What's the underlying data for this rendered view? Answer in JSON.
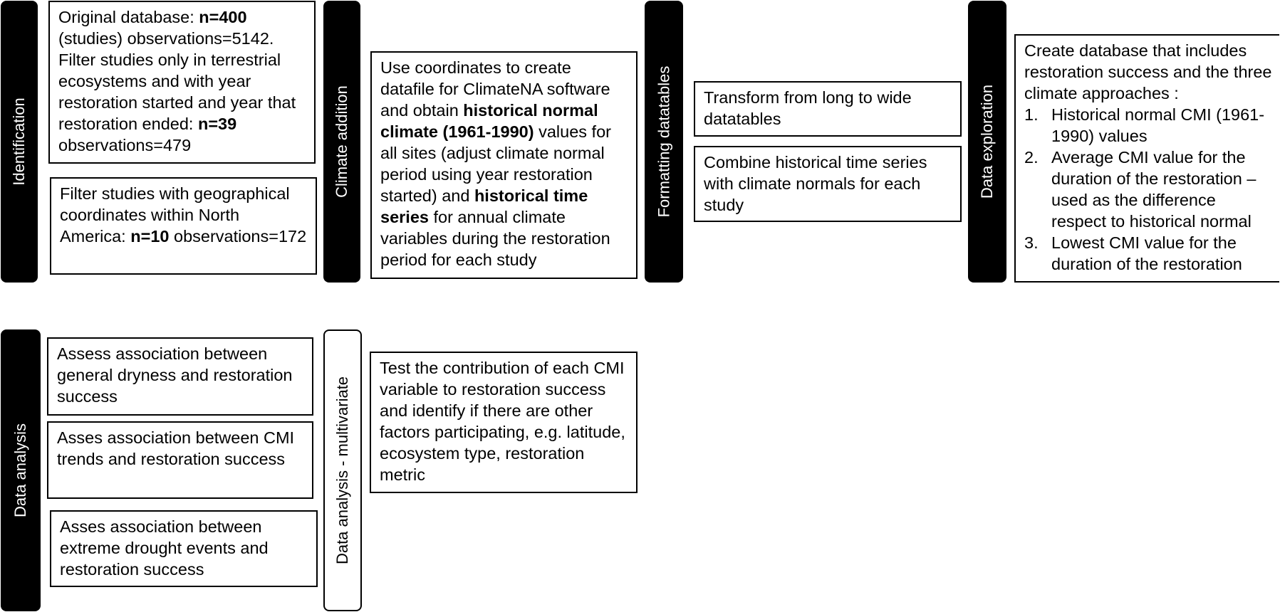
{
  "row1": {
    "identification": {
      "tab": "Identification",
      "box1": {
        "t1": "Original database: ",
        "b1": "n=400",
        "t2": " (studies) observations=5142. Filter studies only in terrestrial ecosystems and with year restoration started and year that restoration ended: ",
        "b2": "n=39",
        "t3": " observations=479"
      },
      "box2": {
        "t1": "Filter studies with geographical coordinates within North America: ",
        "b1": "n=10",
        "t2": " observations=172"
      }
    },
    "climate": {
      "tab": "Climate addition",
      "box": {
        "t1": "Use coordinates to create datafile for ClimateNA software and obtain ",
        "b1": "historical normal climate (1961-1990)",
        "t2": " values for all sites (adjust climate normal period using year restoration started) and ",
        "b2": "historical time series",
        "t3": " for annual climate variables during the restoration period for each study"
      }
    },
    "formatting": {
      "tab": "Formatting datatables",
      "box1": "Transform from long to wide datatables",
      "box2": "Combine historical time series with climate normals for each study"
    },
    "exploration": {
      "tab": "Data exploration",
      "intro": "Create database that includes restoration success and the three climate approaches :",
      "items": [
        {
          "num": "1.",
          "text": "Historical normal CMI (1961-1990) values"
        },
        {
          "num": "2.",
          "text": "Average CMI value for the duration of the restoration – used as the difference respect to historical normal"
        },
        {
          "num": "3.",
          "text": "Lowest CMI value for the duration of the restoration"
        }
      ]
    }
  },
  "row2": {
    "analysis": {
      "tab": "Data analysis",
      "box1": "Assess association between general dryness and restoration success",
      "box2": "Asses association between CMI trends and restoration success",
      "box3": "Asses association between extreme drought events and restoration success"
    },
    "multivariate": {
      "tab": "Data analysis - multivariate",
      "box": "Test the contribution of each CMI variable to restoration success and identify if there are other factors participating, e.g. latitude, ecosystem type, restoration metric"
    }
  }
}
